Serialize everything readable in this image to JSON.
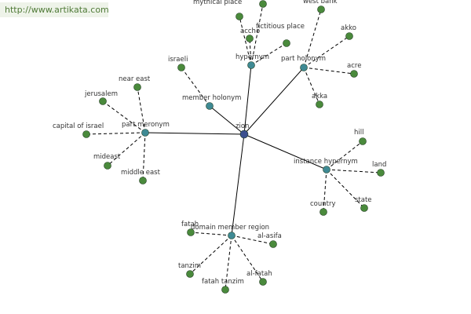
{
  "watermark": "http://www.artikata.com",
  "colors": {
    "center": "#3b4f8f",
    "relation": "#3f8a94",
    "leaf": "#4a8a3c"
  },
  "graph": {
    "center": {
      "id": "zion",
      "label": "zion"
    },
    "relations": [
      {
        "id": "hypernym",
        "label": "hypernym",
        "leaves": [
          "mythical place",
          "fictitious place",
          "accho"
        ]
      },
      {
        "id": "part-holonym",
        "label": "part holonym",
        "leaves": [
          "west bank",
          "akko",
          "acre",
          "akka"
        ]
      },
      {
        "id": "member-holonym",
        "label": "member holonym",
        "leaves": [
          "israeli"
        ]
      },
      {
        "id": "part-meronym",
        "label": "part meronym",
        "leaves": [
          "near east",
          "jerusalem",
          "capital of israel",
          "mideast",
          "middle east"
        ]
      },
      {
        "id": "instance-hypernym",
        "label": "instance hypernym",
        "leaves": [
          "hill",
          "land",
          "state",
          "country"
        ]
      },
      {
        "id": "domain-member-region",
        "label": "domain member region",
        "leaves": [
          "fatah",
          "al-asifa",
          "tanzim",
          "fatah tanzim",
          "al-fatah"
        ]
      }
    ]
  }
}
